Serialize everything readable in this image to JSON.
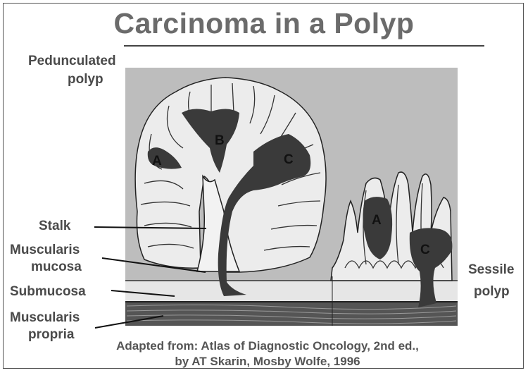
{
  "title": "Carcinoma in a Polyp",
  "labels": {
    "pedunculated_1": "Pedunculated",
    "pedunculated_2": "polyp",
    "stalk": "Stalk",
    "muscularis_mucosa_1": "Muscularis",
    "muscularis_mucosa_2": "mucosa",
    "submucosa": "Submucosa",
    "muscularis_propria_1": "Muscularis",
    "muscularis_propria_2": "propria",
    "sessile_1": "Sessile",
    "sessile_2": "polyp"
  },
  "markers": {
    "a_pedunculated": "A",
    "b": "B",
    "c_pedunculated": "C",
    "a_sessile": "A",
    "c_sessile": "C"
  },
  "caption": {
    "line1": "Adapted from:  Atlas of Diagnostic Oncology, 2nd ed.,",
    "line2": "by AT Skarin,  Mosby Wolfe, 1996"
  },
  "colors": {
    "background_panel": "#bdbdbd",
    "tumor": "#3a3a3a",
    "tissue": "#ececec",
    "propria": "#555555"
  }
}
